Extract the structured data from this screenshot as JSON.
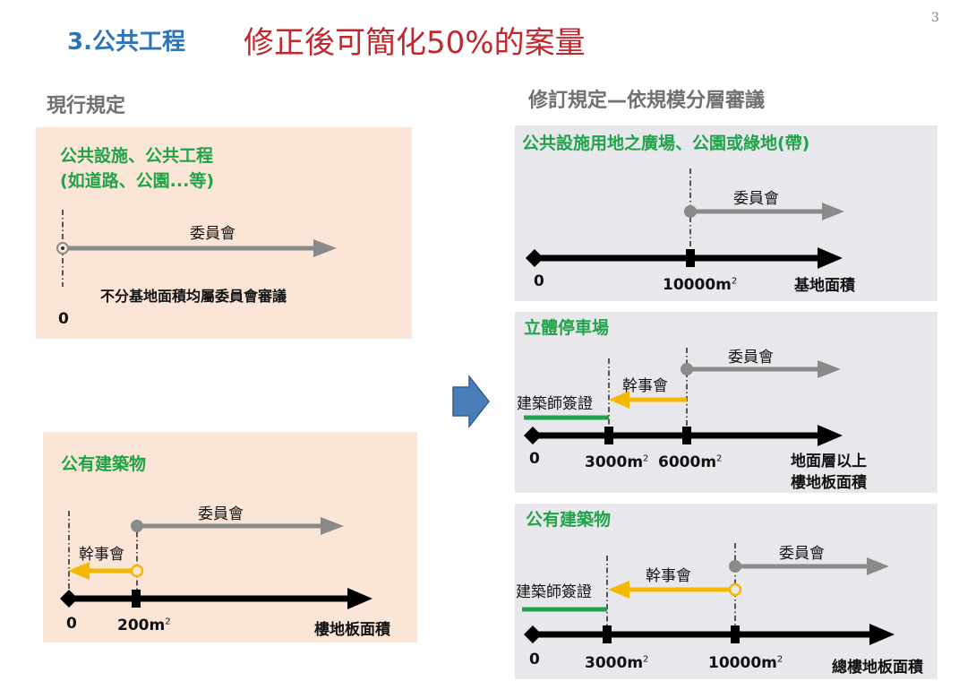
{
  "header": {
    "section_title": "3.公共工程",
    "main_title": "修正後可簡化50%的案量",
    "page_number": "3"
  },
  "left": {
    "heading": "現行規定",
    "panel1": {
      "title_line1": "公共設施、公共工程",
      "title_line2": "(如道路、公園...等)",
      "committee": "委員會",
      "note": "不分基地面積均屬委員會審議",
      "zero": "0"
    },
    "panel2": {
      "title": "公有建築物",
      "committee": "委員會",
      "officers": "幹事會",
      "zero": "0",
      "threshold": "200m",
      "sup": "2",
      "axis": "樓地板面積"
    }
  },
  "right": {
    "heading": "修訂規定—依規模分層審議",
    "panel1": {
      "title": "公共設施用地之廣場、公園或綠地(帶)",
      "committee": "委員會",
      "zero": "0",
      "threshold": "10000m",
      "sup": "2",
      "axis": "基地面積"
    },
    "panel2": {
      "title": "立體停車場",
      "committee": "委員會",
      "officers": "幹事會",
      "architect": "建築師簽證",
      "zero": "0",
      "t1": "3000m",
      "t1_sup": "2",
      "t2": "6000m",
      "t2_sup": "2",
      "axis_line1": "地面層以上",
      "axis_line2": "樓地板面積"
    },
    "panel3": {
      "title": "公有建築物",
      "committee": "委員會",
      "officers": "幹事會",
      "architect": "建築師簽證",
      "zero": "0",
      "t1": "3000m",
      "t1_sup": "2",
      "t2": "10000m",
      "t2_sup": "2",
      "axis": "總樓地板面積"
    }
  },
  "colors": {
    "committee_arrow": "#8a8a8a",
    "officers_arrow": "#f5b800",
    "architect_bar": "#1fa34a",
    "transition_arrow": "#4a7ebb"
  }
}
